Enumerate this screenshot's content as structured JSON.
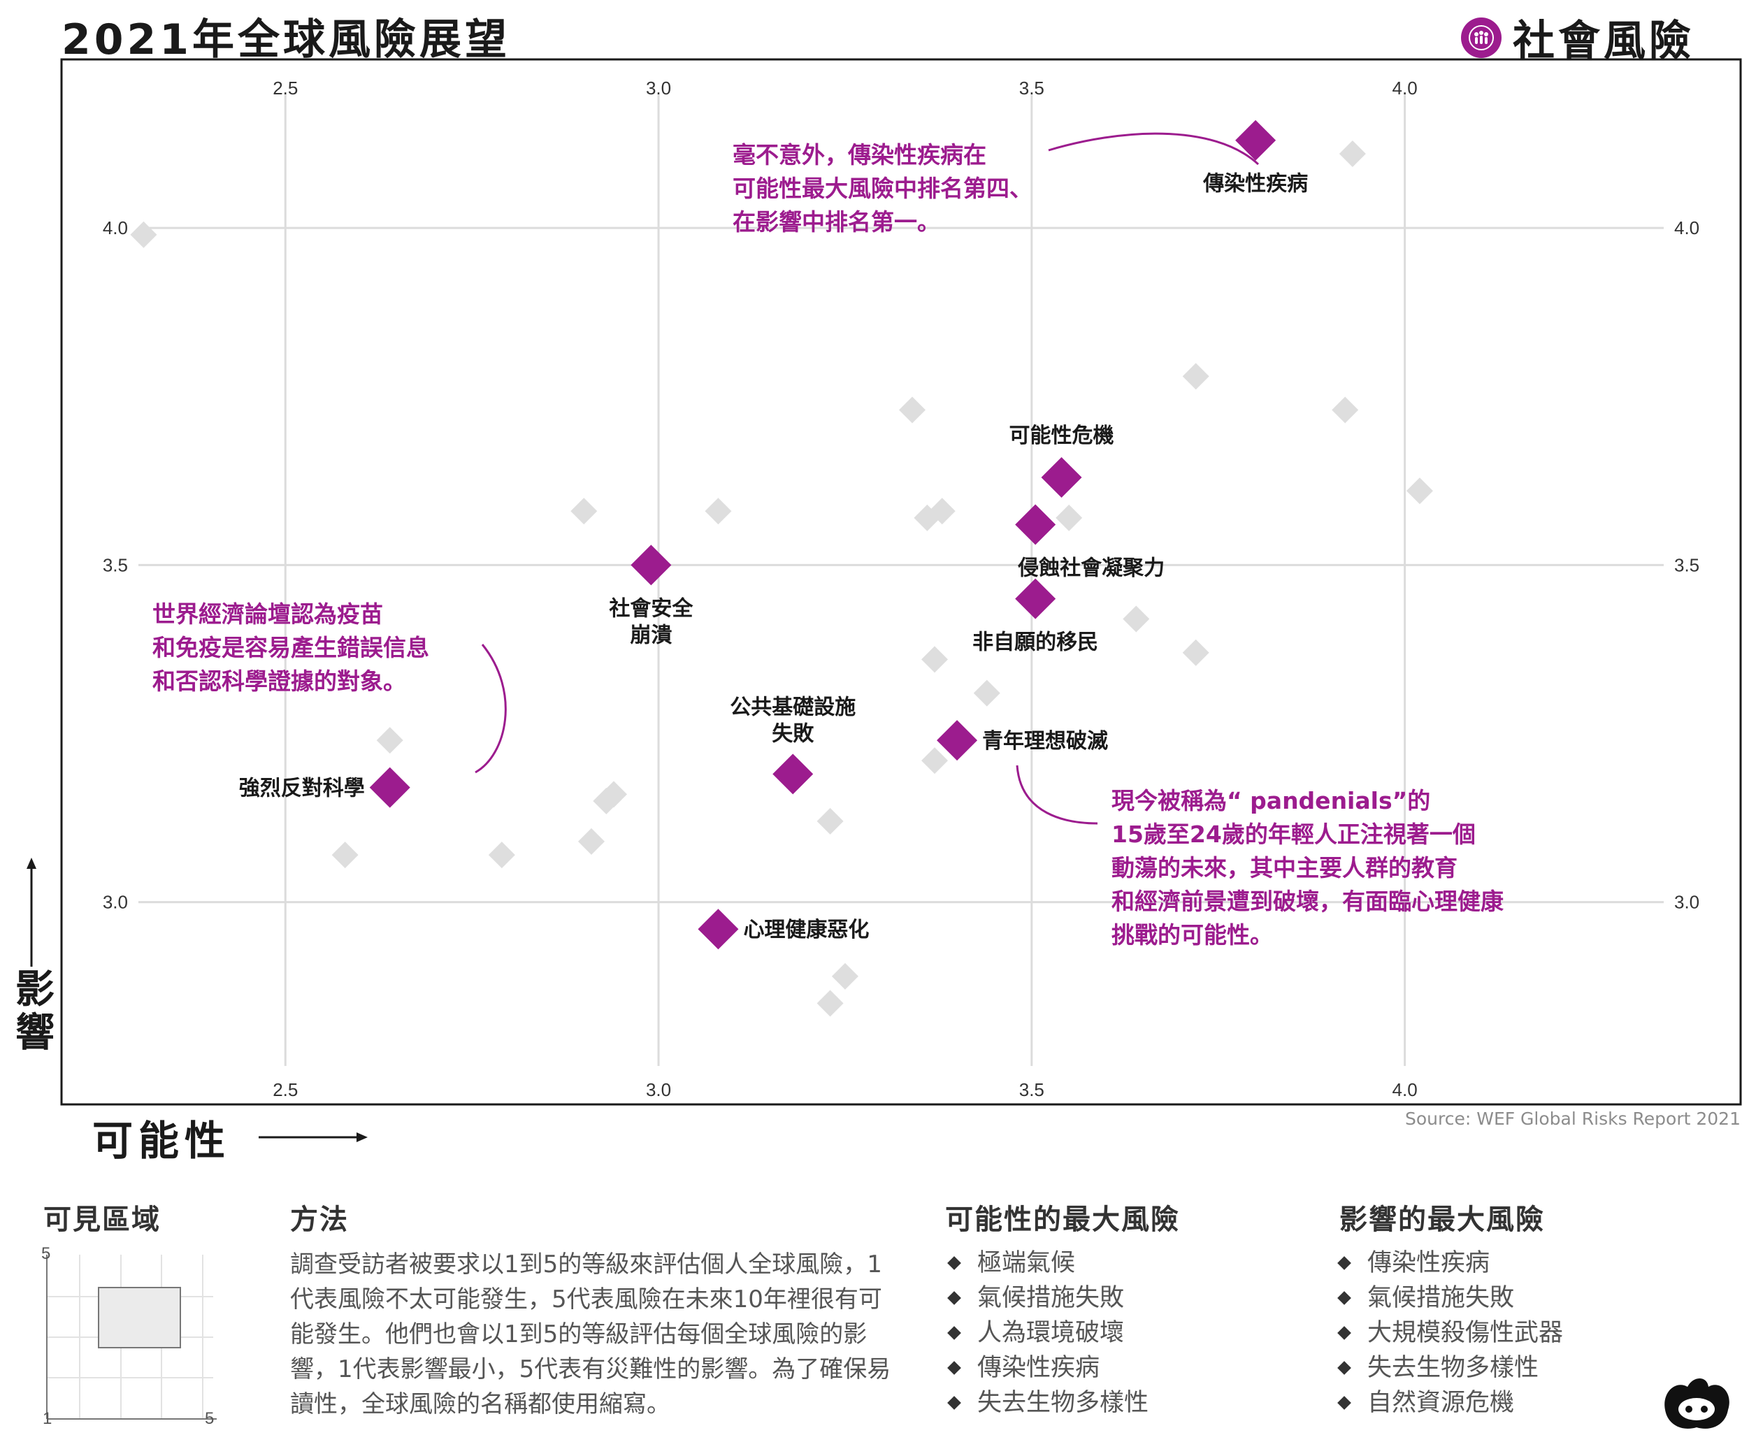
{
  "header": {
    "title": "2021年全球風險展望",
    "category_label": "社會風險",
    "category_icon": "people-group-icon"
  },
  "colors": {
    "accent": "#9c1c8e",
    "other_risk_marker": "#dedede",
    "gridline": "#dcdcdc",
    "text": "#1a1a1a"
  },
  "axis_titles": {
    "y": "影響",
    "x": "可能性"
  },
  "source": "Source: WEF Global Risks Report 2021",
  "chart_data": {
    "type": "scatter",
    "title": "2021年全球風險展望",
    "xlabel": "可能性",
    "ylabel": "影響",
    "xlim": [
      2.2,
      4.45
    ],
    "ylim": [
      2.7,
      4.25
    ],
    "x_ticks": [
      "2.5",
      "3.0",
      "3.5",
      "4.0"
    ],
    "y_ticks": [
      "3.0",
      "3.5",
      "4.0"
    ],
    "grid": true,
    "highlighted": [
      {
        "label": "傳染性疾病",
        "x": 3.8,
        "y": 4.13
      },
      {
        "label": "可能性危機",
        "x": 3.54,
        "y": 3.63
      },
      {
        "label": "侵蝕社會凝聚力",
        "x": 3.505,
        "y": 3.56
      },
      {
        "label": "社會安全崩潰",
        "x": 2.99,
        "y": 3.5
      },
      {
        "label": "非自願的移民",
        "x": 3.505,
        "y": 3.45
      },
      {
        "label": "青年理想破滅",
        "x": 3.4,
        "y": 3.24
      },
      {
        "label": "公共基礎設施失敗",
        "x": 3.18,
        "y": 3.19
      },
      {
        "label": "強烈反對科學",
        "x": 2.64,
        "y": 3.17
      },
      {
        "label": "心理健康惡化",
        "x": 3.08,
        "y": 2.96
      }
    ],
    "other_risks": [
      {
        "x": 2.31,
        "y": 3.99
      },
      {
        "x": 3.93,
        "y": 4.11
      },
      {
        "x": 3.72,
        "y": 3.78
      },
      {
        "x": 3.34,
        "y": 3.73
      },
      {
        "x": 3.92,
        "y": 3.73
      },
      {
        "x": 4.02,
        "y": 3.61
      },
      {
        "x": 2.9,
        "y": 3.58
      },
      {
        "x": 3.08,
        "y": 3.58
      },
      {
        "x": 3.38,
        "y": 3.58
      },
      {
        "x": 3.36,
        "y": 3.57
      },
      {
        "x": 3.55,
        "y": 3.57
      },
      {
        "x": 3.64,
        "y": 3.42
      },
      {
        "x": 3.37,
        "y": 3.36
      },
      {
        "x": 3.72,
        "y": 3.37
      },
      {
        "x": 3.44,
        "y": 3.31
      },
      {
        "x": 2.64,
        "y": 3.24
      },
      {
        "x": 3.37,
        "y": 3.21
      },
      {
        "x": 2.93,
        "y": 3.15
      },
      {
        "x": 2.94,
        "y": 3.16
      },
      {
        "x": 3.23,
        "y": 3.12
      },
      {
        "x": 2.91,
        "y": 3.09
      },
      {
        "x": 2.58,
        "y": 3.07
      },
      {
        "x": 2.79,
        "y": 3.07
      },
      {
        "x": 3.25,
        "y": 2.89
      },
      {
        "x": 3.23,
        "y": 2.85
      }
    ]
  },
  "annotations": [
    {
      "lines": [
        "毫不意外，傳染性疾病在",
        "可能性最大風險中排名第四、",
        "在影響中排名第一。"
      ]
    },
    {
      "lines": [
        "世界經濟論壇認為疫苗",
        "和免疫是容易產生錯誤信息",
        "和否認科學證據的對象。"
      ]
    },
    {
      "lines": [
        "現今被稱為“ pandenials”的",
        "15歲至24歲的年輕人正注視著一個",
        "動蕩的未來，其中主要人群的教育",
        "和經濟前景遭到破壞，有面臨心理健康",
        "挑戰的可能性。"
      ]
    }
  ],
  "footer": {
    "visible_area": {
      "heading": "可見區域",
      "axis_min": "1",
      "axis_max": "5",
      "axis_max_y": "5"
    },
    "method": {
      "heading": "方法",
      "text": "調查受訪者被要求以1到5的等級來評估個人全球風險，1代表風險不太可能發生，5代表風險在未來10年裡很有可能發生。他們也會以1到5的等級評估每個全球風險的影響，1代表影響最小，5代表有災難性的影響。為了確保易讀性，全球風險的名稱都使用縮寫。"
    },
    "top_likelihood": {
      "heading": "可能性的最大風險",
      "items": [
        "極端氣候",
        "氣候措施失敗",
        "人為環境破壞",
        "傳染性疾病",
        "失去生物多樣性"
      ]
    },
    "top_impact": {
      "heading": "影響的最大風險",
      "items": [
        "傳染性疾病",
        "氣候措施失敗",
        "大規模殺傷性武器",
        "失去生物多樣性",
        "自然資源危機"
      ]
    }
  }
}
